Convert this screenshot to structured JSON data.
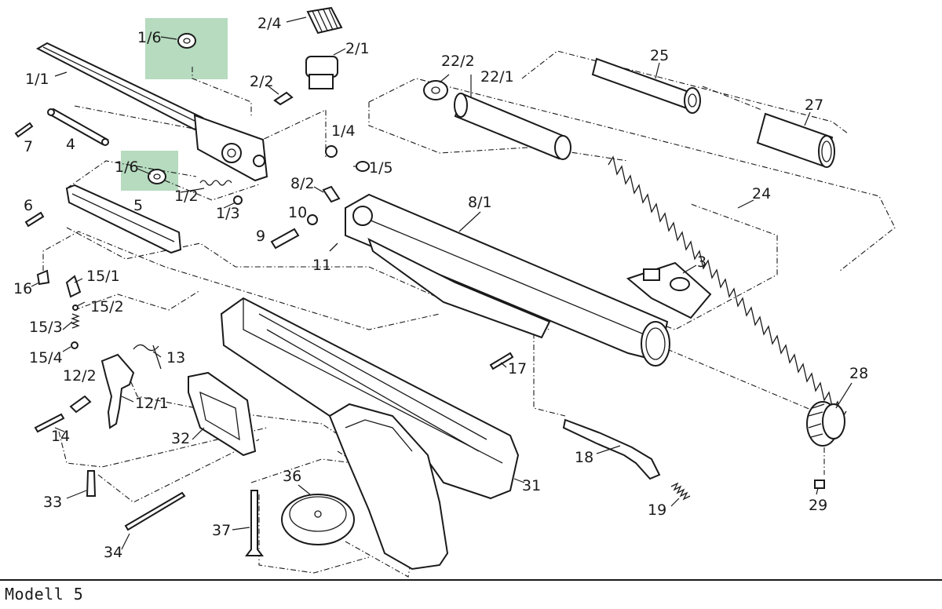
{
  "model_label": "Modell 5",
  "highlight_color": "#a9d5b4",
  "callouts": {
    "p1_1": "1/1",
    "p1_2": "1/2",
    "p1_3": "1/3",
    "p1_4": "1/4",
    "p1_5": "1/5",
    "p1_6a": "1/6",
    "p1_6b": "1/6",
    "p2_1": "2/1",
    "p2_2": "2/2",
    "p2_4": "2/4",
    "p3": "3",
    "p4": "4",
    "p5": "5",
    "p6": "6",
    "p7": "7",
    "p8_1": "8/1",
    "p8_2": "8/2",
    "p9": "9",
    "p10": "10",
    "p11": "11",
    "p12_1": "12/1",
    "p12_2": "12/2",
    "p13": "13",
    "p14": "14",
    "p15_1": "15/1",
    "p15_2": "15/2",
    "p15_3": "15/3",
    "p15_4": "15/4",
    "p16": "16",
    "p17": "17",
    "p18": "18",
    "p19": "19",
    "p22_1": "22/1",
    "p22_2": "22/2",
    "p24": "24",
    "p25": "25",
    "p27": "27",
    "p28": "28",
    "p29": "29",
    "p31": "31",
    "p32": "32",
    "p33": "33",
    "p34": "34",
    "p36": "36",
    "p37": "37"
  }
}
